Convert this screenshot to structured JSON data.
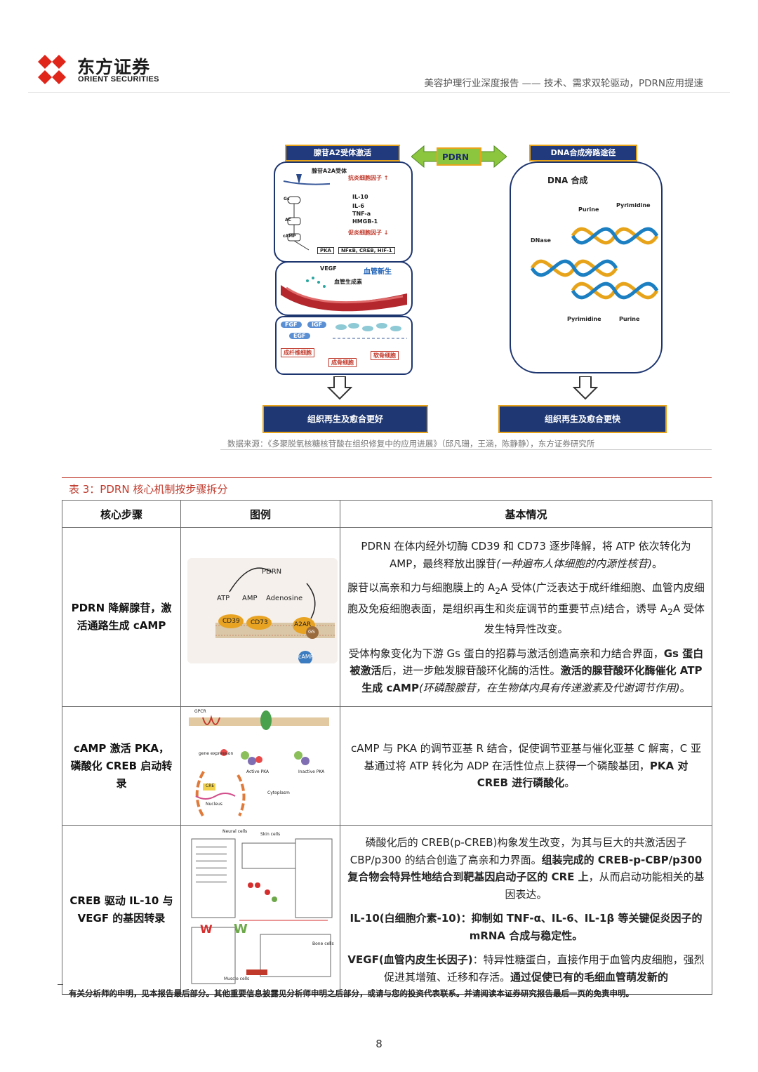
{
  "header": {
    "logo_cn": "东方证券",
    "logo_en": "ORIENT SECURITIES",
    "report_title": "美容护理行业深度报告 —— 技术、需求双轮驱动，PDRN应用提速"
  },
  "figure": {
    "left_title": "腺苷A2受体激活",
    "center_label": "PDRN",
    "right_title": "DNA合成旁路途径",
    "receptor_label": "腺苷A2A受体",
    "anti_inflammatory": "抗炎细胞因子 ↑",
    "cytokines": [
      "IL-10",
      "IL-6",
      "TNF-a",
      "HMGB-1"
    ],
    "pro_inflammatory": "促炎细胞因子 ↓",
    "pathway": [
      "Gs",
      "AC",
      "cAMP",
      "PKA",
      "NFκB, CREB, HIF-1"
    ],
    "vegf": "VEGF",
    "angiogenesis": "血管新生",
    "vessel_formation": "血管生成素",
    "growth_factors": [
      "FGF",
      "IGF",
      "EGF"
    ],
    "cells": [
      "成纤维细胞",
      "成骨细胞",
      "软骨细胞"
    ],
    "dna_title": "DNA 合成",
    "dna_labels": [
      "Purine",
      "Pyrimidine",
      "DNase",
      "Pyrimidine",
      "Purine"
    ],
    "result_left": "组织再生及愈合更好",
    "result_right": "组织再生及愈合更快",
    "source": "数据来源：《多聚脱氧核糖核苷酸在组织修复中的应用进展》（邱凡珊，王涵，陈静静），东方证券研究所"
  },
  "table": {
    "caption": "表 3：PDRN 核心机制按步骤拆分",
    "headers": [
      "核心步骤",
      "图例",
      "基本情况"
    ],
    "row1": {
      "step": "PDRN 降解腺苷，激活通路生成 cAMP",
      "illus_labels": [
        "PDRN",
        "ATP",
        "AMP",
        "Adenosine",
        "CD39",
        "CD73",
        "A2AR",
        "GS",
        "cAMP"
      ],
      "p1_a": "PDRN 在体内经外切酶 CD39 和 CD73 逐步降解，将 ATP 依次转化为 AMP，最终释放出腺苷",
      "p1_b": "(一种遍布人体细胞的内源性核苷)",
      "p1_c": "。",
      "p2_a": "腺苷以高亲和力与细胞膜上的 A",
      "p2_sub": "2",
      "p2_b": "A 受体(广泛表达于成纤维细胞、血管内皮细胞及免疫细胞表面，是组织再生和炎症调节的重要节点)结合，诱导 A",
      "p2_sub2": "2",
      "p2_c": "A 受体发生特异性改变。",
      "p3_a": "受体构象变化为下游 Gs 蛋白的招募与激活创造高亲和力结合界面，",
      "p3_b": "Gs 蛋白被激活",
      "p3_c": "后，进一步触发腺苷酸环化酶的活性。",
      "p3_d": "激活的腺苷酸环化酶催化 ATP 生成 cAMP",
      "p3_e": "(环磷酸腺苷，在生物体内具有传递激素及代谢调节作用)",
      "p3_f": "。"
    },
    "row2": {
      "step": "cAMP 激活 PKA，磷酸化 CREB 启动转录",
      "illus_labels": [
        "GPCR",
        "gene expression",
        "Active PKA",
        "Inactive PKA",
        "Cytoplasm",
        "Nucleus",
        "CRE"
      ],
      "p1_a": "cAMP 与 PKA 的调节亚基 R 结合，促使调节亚基与催化亚基 C 解离，C 亚基通过将 ATP 转化为 ADP 在活性位点上获得一个磷酸基团，",
      "p1_b": "PKA 对 CREB 进行磷酸化",
      "p1_c": "。"
    },
    "row3": {
      "step": "CREB 驱动 IL-10 与 VEGF 的基因转录",
      "illus_labels": [
        "Neural cells",
        "Skin cells",
        "Bone cells",
        "Muscle cells"
      ],
      "p1_a": "磷酸化后的 CREB(p-CREB)构象发生改变，为其与巨大的共激活因子 CBP/p300 的结合创造了高亲和力界面。",
      "p1_b": "组装完成的 CREB-p-CBP/p300 复合物会特异性地结合到靶基因启动子区的 CRE 上",
      "p1_c": "，从而启动功能相关的基因表达。",
      "p2": "IL-10(白细胞介素-10)：抑制如 TNF-α、IL-6、IL-1β 等关键促炎因子的 mRNA 合成与稳定性。",
      "p3_a": "VEGF(血管内皮生长因子)",
      "p3_b": "：特异性糖蛋白，直接作用于血管内皮细胞，强烈促进其增殖、迁移和存活。",
      "p3_c": "通过促使已有的毛细血管萌发新的"
    }
  },
  "footer": {
    "disclaimer": "有关分析师的申明，见本报告最后部分。其他重要信息披露见分析师申明之后部分，或请与您的投资代表联系。并请阅读本证券研究报告最后一页的免责申明。",
    "page": "8"
  },
  "colors": {
    "brand_red": "#e0251b",
    "caption_red": "#c0392b",
    "navy": "#1f3873",
    "gold": "#e7a41a"
  }
}
